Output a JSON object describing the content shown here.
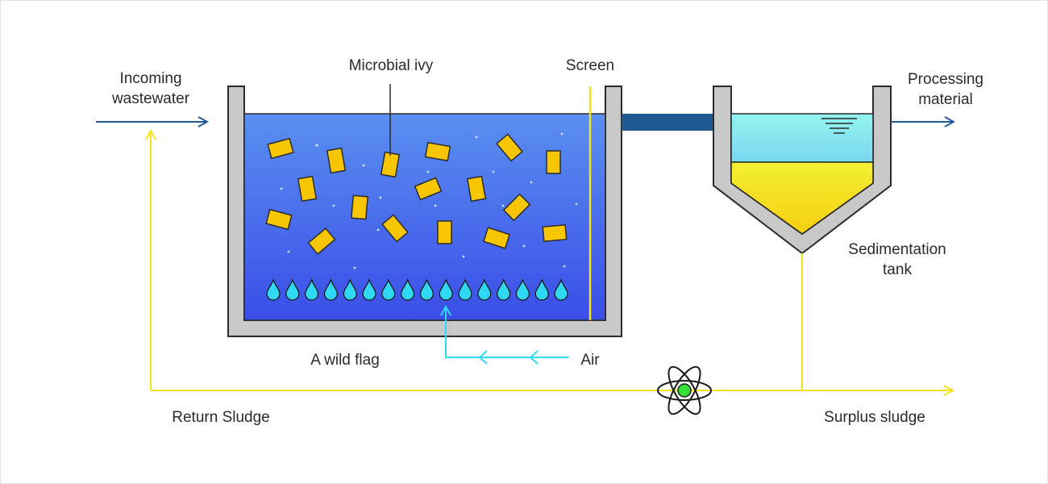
{
  "labels": {
    "incoming_line1": "Incoming",
    "incoming_line2": "wastewater",
    "microbial": "Microbial ivy",
    "screen": "Screen",
    "processing_line1": "Processing",
    "processing_line2": "material",
    "sedimentation_line1": "Sedimentation",
    "sedimentation_line2": "tank",
    "wild_flag": "A wild flag",
    "air": "Air",
    "return_sludge": "Return Sludge",
    "surplus_sludge": "Surplus sludge"
  },
  "icons": {
    "reactor": "atom-icon",
    "bubble": "water-drop-icon"
  },
  "colors": {
    "tank_wall": "#c8c8c8",
    "tank_outline": "#2b2b2b",
    "aeration_water_top": "#5a8ff0",
    "aeration_water_bottom": "#3a4ee8",
    "clarifier_water": "#8ef0ec",
    "sludge_top": "#f3ef33",
    "sludge_bottom": "#f7cf10",
    "wastewater_arrow": "#1f5a94",
    "sludge_line": "#f5e21a",
    "air_line": "#2fd8f5",
    "microbe_block": "#f7c600",
    "atom_core": "#36e03a"
  }
}
